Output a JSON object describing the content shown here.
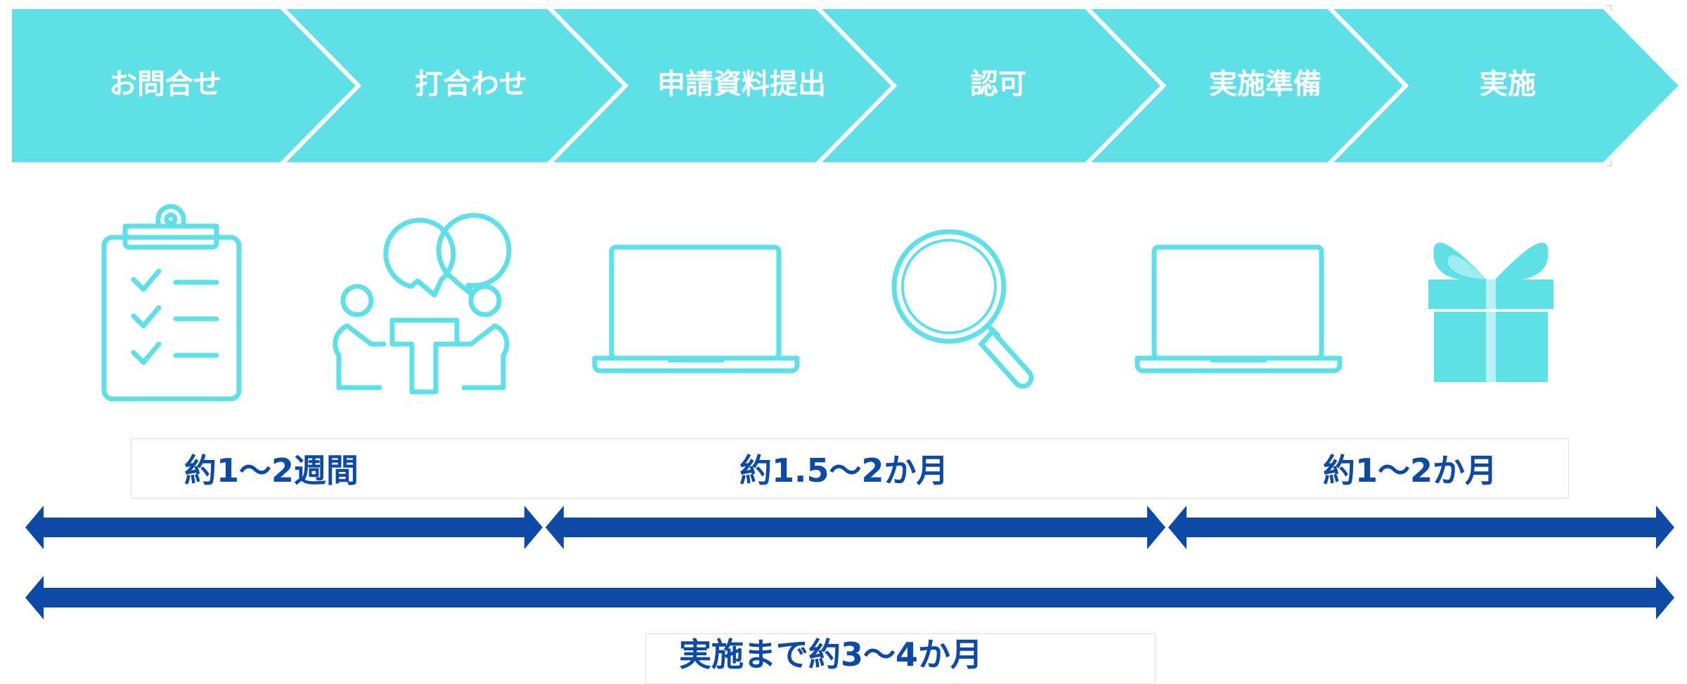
{
  "colors": {
    "chevron_fill": "#5fe0e6",
    "chevron_stroke": "#ffffff",
    "icon_color": "#5fe0e6",
    "arrow_color": "#0d4aa6",
    "duration_text": "#0d4aa6"
  },
  "steps": [
    {
      "label": "お問合せ",
      "icon": "clipboard-checklist-icon"
    },
    {
      "label": "打合わせ",
      "icon": "meeting-people-icon"
    },
    {
      "label": "申請資料提出",
      "icon": "laptop-icon"
    },
    {
      "label": "認可",
      "icon": "magnifying-glass-icon"
    },
    {
      "label": "実施準備",
      "icon": "laptop-icon"
    },
    {
      "label": "実施",
      "icon": "gift-box-icon"
    }
  ],
  "durations": {
    "phase1": "約1～2週間",
    "phase2": "約1.5～2か月",
    "phase3": "約1～2か月",
    "total": "実施まで約3～4か月"
  }
}
